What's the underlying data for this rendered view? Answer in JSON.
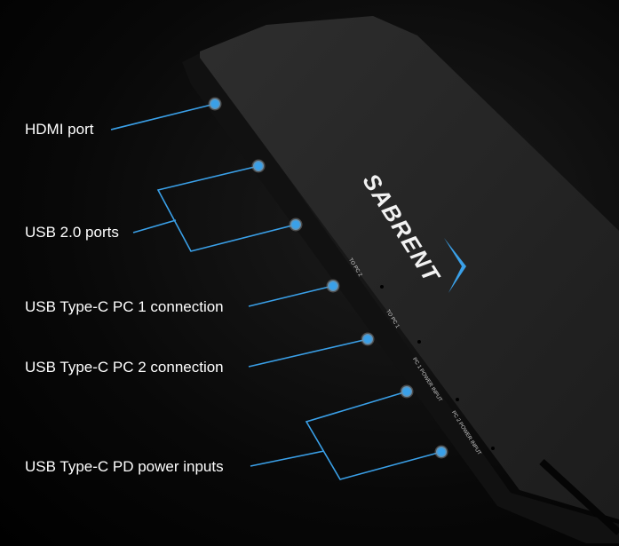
{
  "brand": "SABRENT",
  "device_markings": {
    "pc1_power": "PC 1 POWER INPUT",
    "pc2_power": "PC 2 POWER INPUT",
    "to_pc1": "TO PC 1",
    "to_pc2": "TO PC 2"
  },
  "callouts": [
    {
      "label": "HDMI port"
    },
    {
      "label": "USB 2.0 ports"
    },
    {
      "label": "USB Type-C PC 1 connection"
    },
    {
      "label": "USB Type-C PC 2 connection"
    },
    {
      "label": "USB Type-C PD power inputs"
    }
  ],
  "colors": {
    "accent": "#3aa0e8",
    "device": "#222222"
  }
}
